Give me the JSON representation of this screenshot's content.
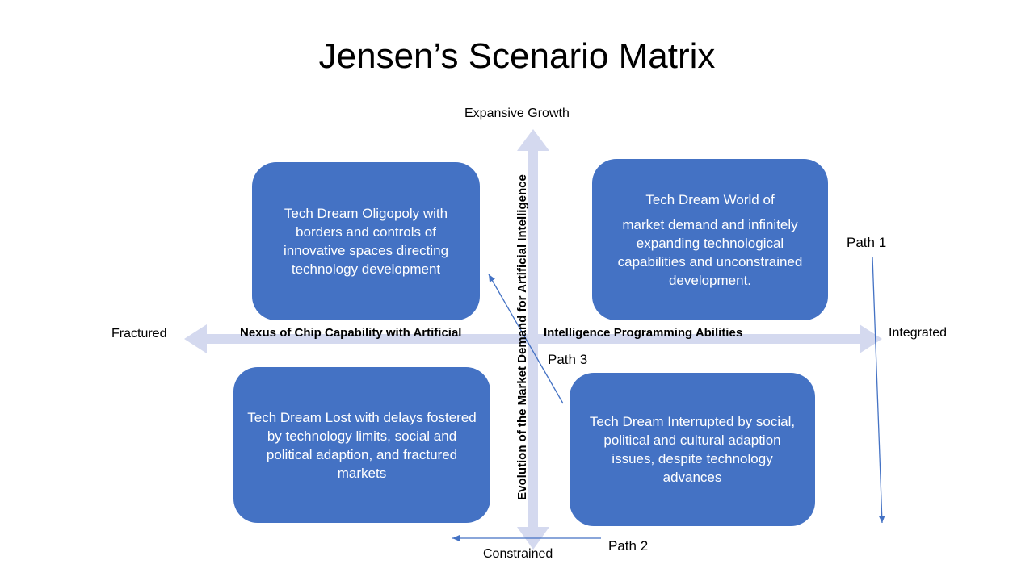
{
  "title": "Jensen’s Scenario Matrix",
  "axes": {
    "top": "Expansive Growth",
    "bottom": "Constrained",
    "left": "Fractured",
    "right": "Integrated",
    "horizontal_left_text": "Nexus of Chip Capability with Artificial",
    "horizontal_right_text": "Intelligence Programming Abilities",
    "vertical_text": "Evolution of the Market Demand for Artificial Intelligence"
  },
  "quadrants": {
    "top_left": "Tech Dream Oligopoly with borders and controls of innovative spaces directing technology development",
    "top_right_line1": "Tech Dream World of",
    "top_right_line2": "market demand and infinitely expanding technological capabilities and unconstrained development.",
    "bottom_left": "Tech Dream Lost with delays fostered by technology limits, social and political adaption, and fractured markets",
    "bottom_right": "Tech Dream Interrupted by social, political and cultural adaption issues, despite technology advances"
  },
  "paths": {
    "path1": "Path 1",
    "path2": "Path 2",
    "path3": "Path 3"
  },
  "colors": {
    "box_fill": "#4472c4",
    "axis_arrow": "#d4d9ef",
    "path_arrow": "#4472c4"
  }
}
